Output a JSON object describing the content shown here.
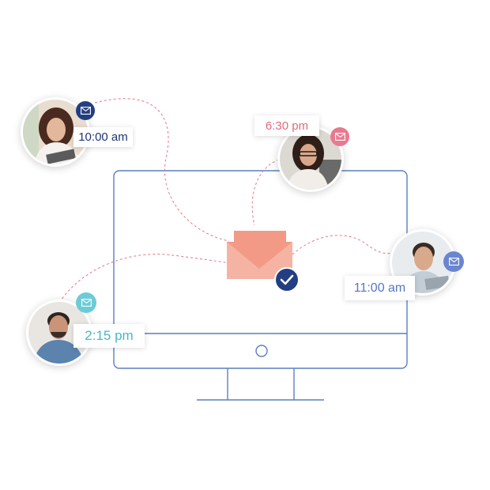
{
  "colors": {
    "monitor_outline": "#5a7fc0",
    "dashed_connector": "#e7758a",
    "envelope_back": "#f29a86",
    "envelope_front": "#f5b3a3",
    "check_badge": "#233e82"
  },
  "contacts": [
    {
      "time": "10:00 am",
      "time_color": "#1e3573",
      "badge_color": "#233e82",
      "icon": "envelope-icon"
    },
    {
      "time": "6:30 pm",
      "time_color": "#e26a80",
      "badge_color": "#e87a8f",
      "icon": "envelope-icon"
    },
    {
      "time": "11:00 am",
      "time_color": "#5776c6",
      "badge_color": "#6a86d0",
      "icon": "envelope-icon"
    },
    {
      "time": "2:15 pm",
      "time_color": "#4ab8c6",
      "badge_color": "#6ccbd6",
      "icon": "envelope-icon"
    }
  ],
  "center": {
    "icon": "envelope-icon",
    "status_icon": "checkmark-icon"
  }
}
